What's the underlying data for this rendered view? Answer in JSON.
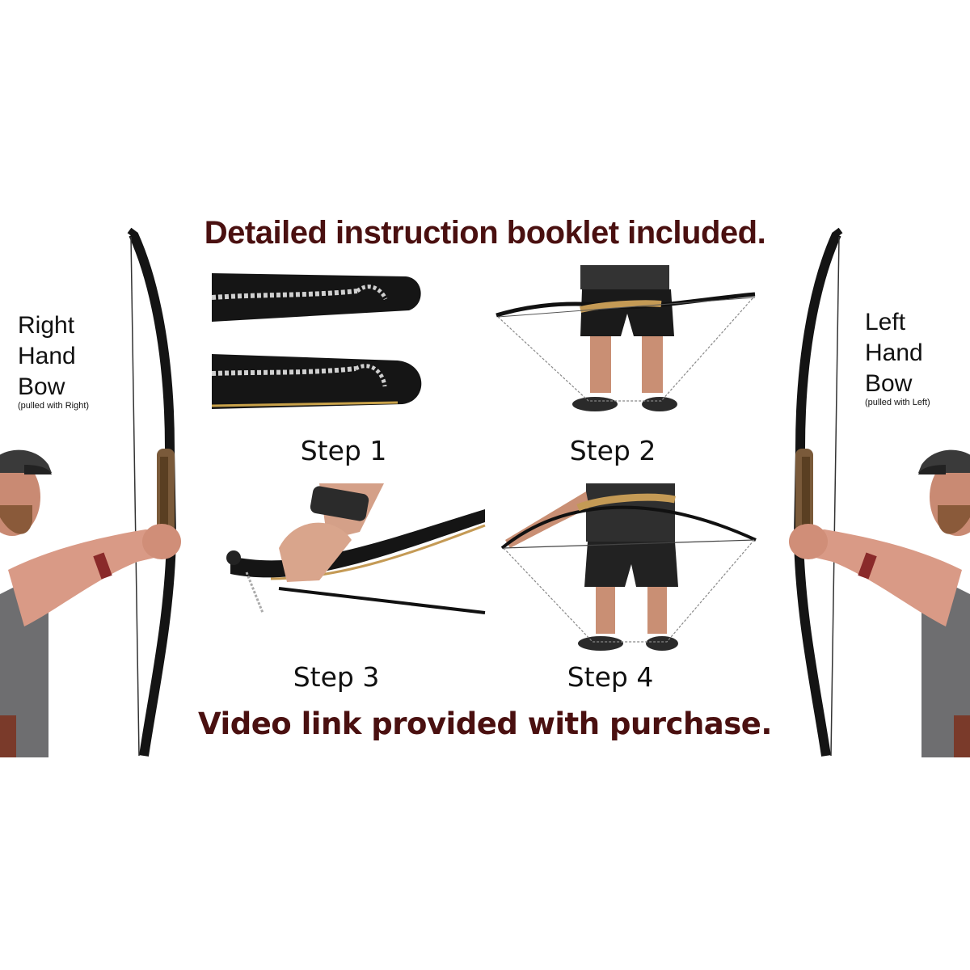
{
  "headline_top": "Detailed instruction booklet included.",
  "headline_bottom": "Video link provided with purchase.",
  "left_label": {
    "lines": [
      "Right",
      "Hand",
      "Bow"
    ],
    "note": "(pulled with Right)"
  },
  "right_label": {
    "lines": [
      "Left",
      "Hand",
      "Bow"
    ],
    "note": "(pulled with Left)"
  },
  "steps": [
    "Step 1",
    "Step 2",
    "Step 3",
    "Step 4"
  ],
  "colors": {
    "headline": "#4a1010",
    "text": "#111111",
    "background": "#ffffff"
  }
}
